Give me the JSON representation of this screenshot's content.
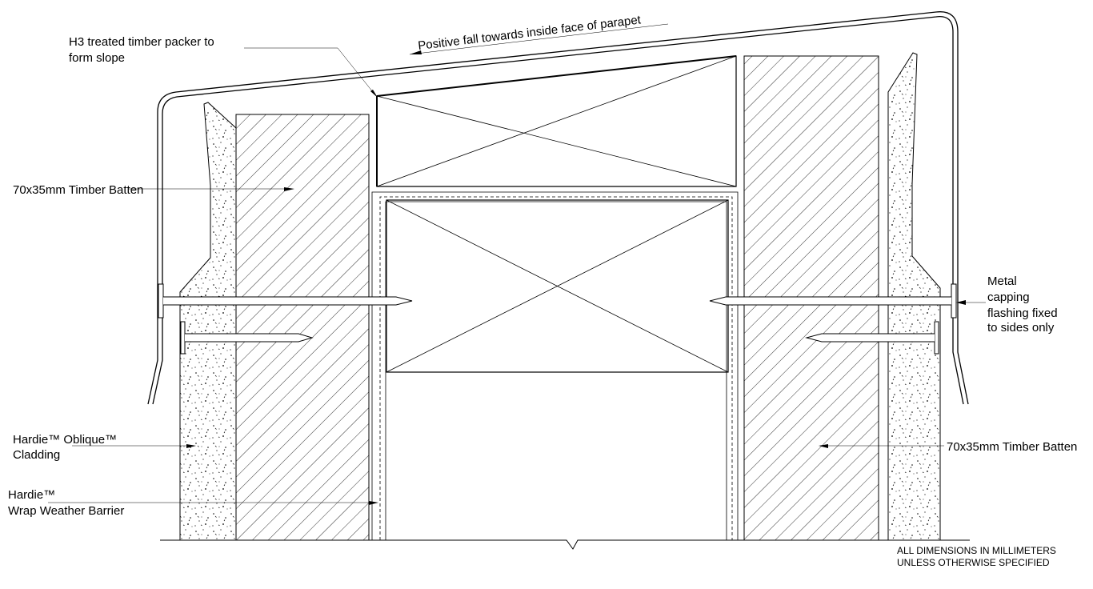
{
  "labels": {
    "fall": "Positive fall towards inside face of parapet",
    "packer_line1": "H3 treated timber packer to",
    "packer_line2": "form slope",
    "batten_left": "70x35mm Timber Batten",
    "batten_right": "70x35mm Timber Batten",
    "capping_line1": "Metal",
    "capping_line2": "capping",
    "capping_line3": "flashing fixed",
    "capping_line4": "to sides only",
    "cladding_line1": "Hardie™ Oblique™",
    "cladding_line2": "Cladding",
    "wrap_line1": "Hardie™",
    "wrap_line2": "Wrap Weather Barrier"
  },
  "notes": {
    "line1": "ALL DIMENSIONS IN MILLIMETERS",
    "line2": "UNLESS OTHERWISE SPECIFIED"
  }
}
